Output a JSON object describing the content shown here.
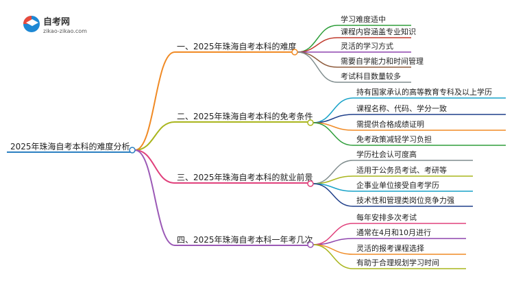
{
  "logo": {
    "title": "自考网",
    "subtitle": "zikao-zikao.com",
    "colors": {
      "red": "#e84a3c",
      "blue": "#1e88d4",
      "white": "#ffffff"
    }
  },
  "root": {
    "label": "2025年珠海自考本科的难度分析",
    "color": "#2a7fc1"
  },
  "branches": [
    {
      "label": "一、2025年珠海自考本科的难度",
      "color": "#f08a24",
      "children": [
        {
          "label": "学习难度适中",
          "color": "#2e9e3a"
        },
        {
          "label": "课程内容涵盖专业知识",
          "color": "#c0392b"
        },
        {
          "label": "灵活的学习方式",
          "color": "#8e44ad"
        },
        {
          "label": "需要自学能力和时间管理",
          "color": "#8d5a3b"
        },
        {
          "label": "考试科目数量较多",
          "color": "#7f8c8d"
        }
      ]
    },
    {
      "label": "二、2025年珠海自考本科的免考条件",
      "color": "#a9b51c",
      "children": [
        {
          "label": "持有国家承认的高等教育专科及以上学历",
          "color": "#17a2c8"
        },
        {
          "label": "课程名称、代码、学分一致",
          "color": "#1f3f8a"
        },
        {
          "label": "需提供合格成绩证明",
          "color": "#f08a24"
        },
        {
          "label": "免考政策减轻学习负担",
          "color": "#2e9e3a"
        }
      ]
    },
    {
      "label": "三、2025年珠海自考本科的就业前景",
      "color": "#e0407b",
      "children": [
        {
          "label": "学历社会认可度高",
          "color": "#7f8c8d"
        },
        {
          "label": "适用于公务员考试、考研等",
          "color": "#a9b51c"
        },
        {
          "label": "企事业单位接受自考学历",
          "color": "#17a2c8"
        },
        {
          "label": "技术性和管理类岗位竞争力强",
          "color": "#1f3f8a"
        }
      ]
    },
    {
      "label": "四、2025年珠海自考本科一年考几次",
      "color": "#9b59b6",
      "children": [
        {
          "label": "每年安排多次考试",
          "color": "#e0407b"
        },
        {
          "label": "通常在4月和10月进行",
          "color": "#8e44ad"
        },
        {
          "label": "灵活的报考课程选择",
          "color": "#f08a24"
        },
        {
          "label": "有助于合理规划学习时间",
          "color": "#a9b51c"
        }
      ]
    }
  ]
}
